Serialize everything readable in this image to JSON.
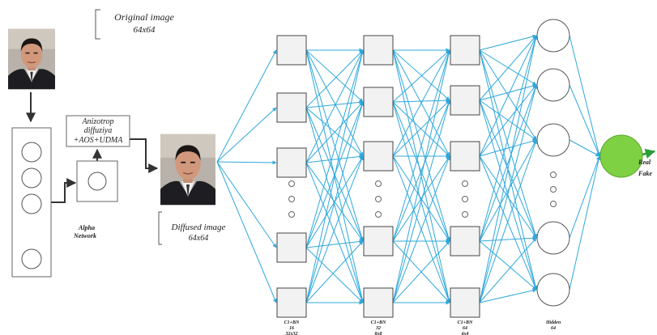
{
  "original_caption": {
    "title": "Original image",
    "size": "64x64"
  },
  "diffusion_box": {
    "line1": "Anizotrop",
    "line2": "diffuziya",
    "line3": "+AOS+UDMA"
  },
  "alpha_label": {
    "line1": "Alpha",
    "line2": "Network"
  },
  "diffused_caption": {
    "title": "Diffused image",
    "size": "64x64"
  },
  "layers": [
    {
      "label1": "C1+BN",
      "label2": "16",
      "label3": "32x32"
    },
    {
      "label1": "C1+BN",
      "label2": "32",
      "label3": "8x8"
    },
    {
      "label1": "C1+BN",
      "label2": "64",
      "label3": "4x4"
    },
    {
      "label1": "Hidden",
      "label2": "64",
      "label3": ""
    }
  ],
  "outputs": {
    "real": "Real",
    "fake": "Fake"
  },
  "colors": {
    "connection": "#2fa8dc",
    "node_fill": "#f2f2f2",
    "node_stroke": "#444444",
    "output_node": "#7ed143",
    "output_arrow": "#2e9e3a",
    "flow_arrow": "#333333"
  },
  "icons": {
    "face": "person-portrait"
  }
}
